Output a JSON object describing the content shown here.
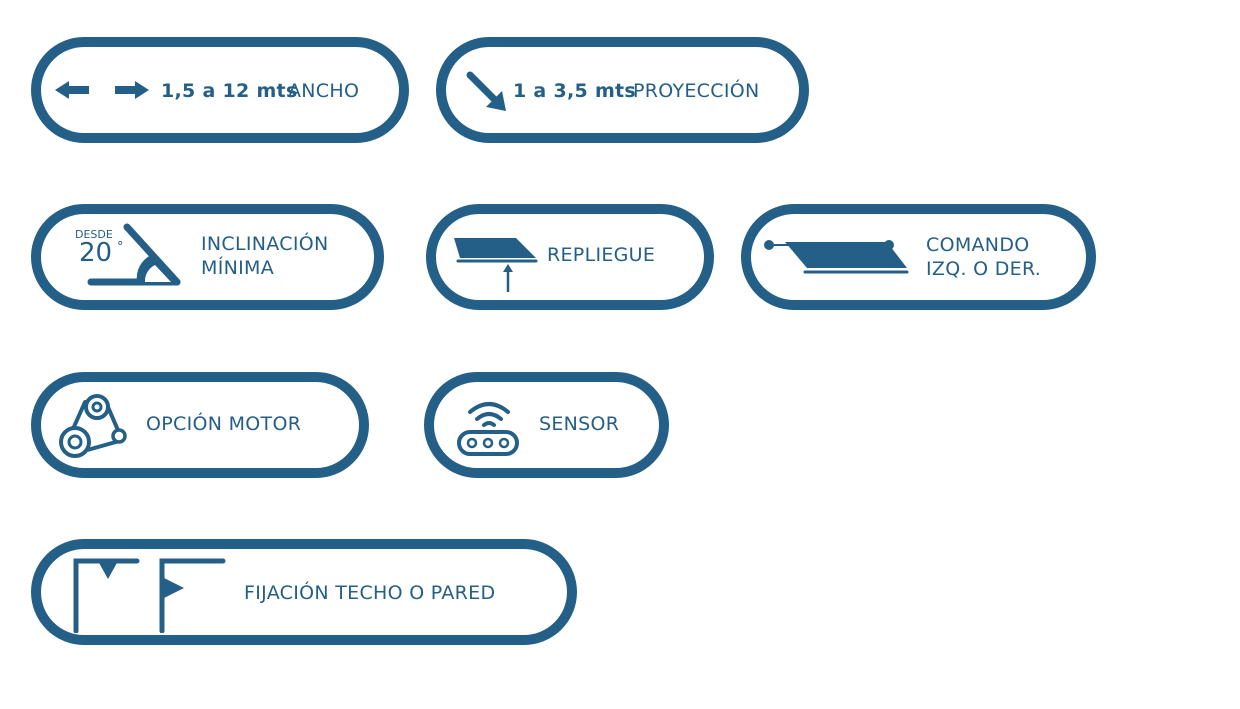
{
  "color": "#245f88",
  "features": {
    "ancho": {
      "value": "1,5 a 12 mts",
      "label": "ANCHO"
    },
    "proyeccion": {
      "value": "1 a 3,5 mts",
      "label": "PROYECCIÓN"
    },
    "inclinacion": {
      "desde": "DESDE",
      "degrees": "20",
      "degree_sign": "°",
      "line1": "INCLINACIÓN",
      "line2": "MÍNIMA"
    },
    "repliegue": {
      "label": "REPLIEGUE"
    },
    "comando": {
      "line1": "COMANDO",
      "line2": "IZQ. O DER."
    },
    "motor": {
      "label": "OPCIÓN MOTOR"
    },
    "sensor": {
      "label": "SENSOR"
    },
    "fijacion": {
      "label": "FIJACIÓN TECHO O PARED"
    }
  }
}
